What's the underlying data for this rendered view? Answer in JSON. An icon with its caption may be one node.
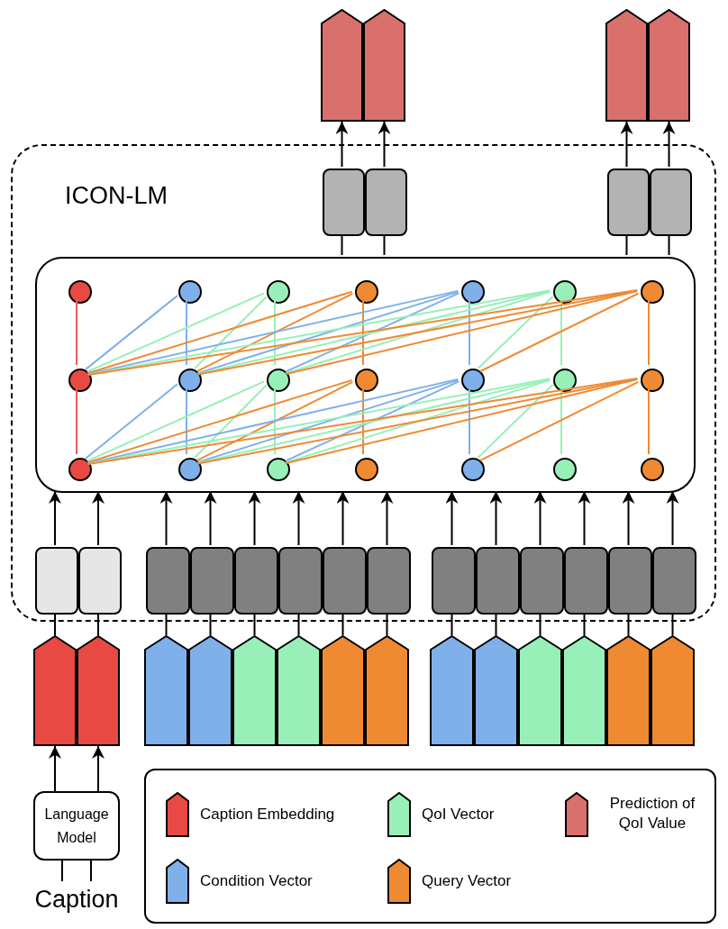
{
  "diagram": {
    "nodes": [
      {
        "text": [],
        "shape": "pentagon"
      },
      {
        "text": [],
        "shape": "pentagon"
      },
      {
        "text": [],
        "shape": "pentagon"
      },
      {
        "text": [],
        "shape": "pentagon"
      },
      {
        "text": [
          "ICON-LM"
        ]
      },
      {
        "text": [],
        "shape": "box",
        "in": 4
      },
      {
        "text": [],
        "shape": "box",
        "in": 4
      },
      {
        "text": [],
        "shape": "box",
        "in": 4
      },
      {
        "text": [],
        "shape": "box",
        "in": 4
      },
      {
        "text": [],
        "shape": "box",
        "in": 4
      },
      {
        "text": [],
        "shape": "circle",
        "in": 9
      },
      {
        "text": [],
        "shape": "circle",
        "in": 9
      },
      {
        "text": [],
        "shape": "circle",
        "in": 9
      },
      {
        "text": [],
        "shape": "circle",
        "in": 9
      },
      {
        "text": [],
        "shape": "circle",
        "in": 9
      },
      {
        "text": [],
        "shape": "circle",
        "in": 9
      },
      {
        "text": [],
        "shape": "circle",
        "in": 9
      },
      {
        "text": [],
        "shape": "circle",
        "in": 9
      },
      {
        "text": [],
        "shape": "circle",
        "in": 9
      },
      {
        "text": [],
        "shape": "circle",
        "in": 9
      },
      {
        "text": [],
        "shape": "circle",
        "in": 9
      },
      {
        "text": [],
        "shape": "circle",
        "in": 9
      },
      {
        "text": [],
        "shape": "circle",
        "in": 9
      },
      {
        "text": [],
        "shape": "circle",
        "in": 9
      },
      {
        "text": [],
        "shape": "circle",
        "in": 9
      },
      {
        "text": [],
        "shape": "circle",
        "in": 9
      },
      {
        "text": [],
        "shape": "circle",
        "in": 9
      },
      {
        "text": [],
        "shape": "circle",
        "in": 9
      },
      {
        "text": [],
        "shape": "circle",
        "in": 9
      },
      {
        "text": [],
        "shape": "circle",
        "in": 9
      },
      {
        "text": [],
        "shape": "circle",
        "in": 9
      },
      {
        "text": [],
        "shape": "box",
        "in": 4
      },
      {
        "text": [],
        "shape": "box",
        "in": 4
      },
      {
        "text": [],
        "shape": "box",
        "in": 4
      },
      {
        "text": [],
        "shape": "box",
        "in": 4
      },
      {
        "text": [],
        "shape": "box",
        "in": 4
      },
      {
        "text": [],
        "shape": "box",
        "in": 4
      },
      {
        "text": [],
        "shape": "box",
        "in": 4
      },
      {
        "text": [],
        "shape": "box",
        "in": 4
      },
      {
        "text": [],
        "shape": "box",
        "in": 4
      },
      {
        "text": [],
        "shape": "box",
        "in": 4
      },
      {
        "text": [],
        "shape": "box",
        "in": 4
      },
      {
        "text": [],
        "shape": "box",
        "in": 4
      },
      {
        "text": [],
        "shape": "box",
        "in": 4
      },
      {
        "text": [],
        "shape": "box",
        "in": 4
      },
      {
        "text": [],
        "shape": "pentagon"
      },
      {
        "text": [],
        "shape": "pentagon"
      },
      {
        "text": [],
        "shape": "pentagon"
      },
      {
        "text": [],
        "shape": "pentagon"
      },
      {
        "text": [],
        "shape": "pentagon"
      },
      {
        "text": [],
        "shape": "pentagon"
      },
      {
        "text": [],
        "shape": "pentagon"
      },
      {
        "text": [],
        "shape": "pentagon"
      },
      {
        "text": [],
        "shape": "pentagon"
      },
      {
        "text": [],
        "shape": "pentagon"
      },
      {
        "text": [],
        "shape": "pentagon"
      },
      {
        "text": [],
        "shape": "pentagon"
      },
      {
        "text": [],
        "shape": "pentagon"
      },
      {
        "text": [],
        "shape": "pentagon"
      },
      {
        "text": [
          "Language Model"
        ]
      },
      {
        "text": [
          "Caption"
        ]
      }
    ],
    "edges": [
      {
        "from": 60,
        "to": 59,
        "arrow": "none"
      },
      {
        "from": 60,
        "to": 59,
        "arrow": "none"
      },
      {
        "from": 59,
        "to": 45,
        "arrow": "to"
      },
      {
        "from": 59,
        "to": 46,
        "arrow": "to"
      },
      {
        "from": 45,
        "to": 31,
        "arrow": "none"
      },
      {
        "from": 46,
        "to": 32,
        "arrow": "none"
      },
      {
        "from": 47,
        "to": 33,
        "arrow": "none"
      },
      {
        "from": 48,
        "to": 34,
        "arrow": "none"
      },
      {
        "from": 49,
        "to": 35,
        "arrow": "none"
      },
      {
        "from": 50,
        "to": 36,
        "arrow": "none"
      },
      {
        "from": 51,
        "to": 37,
        "arrow": "none"
      },
      {
        "from": 52,
        "to": 38,
        "arrow": "none"
      },
      {
        "from": 53,
        "to": 39,
        "arrow": "none"
      },
      {
        "from": 54,
        "to": 40,
        "arrow": "none"
      },
      {
        "from": 55,
        "to": 41,
        "arrow": "none"
      },
      {
        "from": 56,
        "to": 42,
        "arrow": "none"
      },
      {
        "from": 57,
        "to": 43,
        "arrow": "none"
      },
      {
        "from": 58,
        "to": 44,
        "arrow": "none"
      },
      {
        "from": 31,
        "to": 9,
        "arrow": "to"
      },
      {
        "from": 32,
        "to": 9,
        "arrow": "to"
      },
      {
        "from": 33,
        "to": 9,
        "arrow": "to"
      },
      {
        "from": 34,
        "to": 9,
        "arrow": "to"
      },
      {
        "from": 35,
        "to": 9,
        "arrow": "to"
      },
      {
        "from": 36,
        "to": 9,
        "arrow": "to"
      },
      {
        "from": 37,
        "to": 9,
        "arrow": "to"
      },
      {
        "from": 38,
        "to": 9,
        "arrow": "to"
      },
      {
        "from": 39,
        "to": 9,
        "arrow": "to"
      },
      {
        "from": 40,
        "to": 9,
        "arrow": "to"
      },
      {
        "from": 41,
        "to": 9,
        "arrow": "to"
      },
      {
        "from": 42,
        "to": 9,
        "arrow": "to"
      },
      {
        "from": 43,
        "to": 9,
        "arrow": "to"
      },
      {
        "from": 44,
        "to": 9,
        "arrow": "to"
      },
      {
        "from": 9,
        "to": 5,
        "arrow": "none"
      },
      {
        "from": 9,
        "to": 6,
        "arrow": "none"
      },
      {
        "from": 9,
        "to": 7,
        "arrow": "none"
      },
      {
        "from": 9,
        "to": 8,
        "arrow": "none"
      },
      {
        "from": 5,
        "to": 0,
        "arrow": "to"
      },
      {
        "from": 6,
        "to": 1,
        "arrow": "to"
      },
      {
        "from": 7,
        "to": 2,
        "arrow": "to"
      },
      {
        "from": 8,
        "to": 3,
        "arrow": "to"
      },
      {
        "from": 17,
        "to": 10,
        "arrow": "none",
        "color": "#ee5d57"
      },
      {
        "from": 17,
        "to": 11,
        "arrow": "none",
        "color": "#7fb0ea"
      },
      {
        "from": 18,
        "to": 11,
        "arrow": "none",
        "color": "#7fb0ea"
      },
      {
        "from": 17,
        "to": 12,
        "arrow": "none",
        "color": "#98f0b8"
      },
      {
        "from": 18,
        "to": 12,
        "arrow": "none",
        "color": "#98f0b8"
      },
      {
        "from": 19,
        "to": 12,
        "arrow": "none",
        "color": "#98f0b8"
      },
      {
        "from": 17,
        "to": 13,
        "arrow": "none",
        "color": "#ef8a33"
      },
      {
        "from": 18,
        "to": 13,
        "arrow": "none",
        "color": "#ef8a33"
      },
      {
        "from": 20,
        "to": 13,
        "arrow": "none",
        "color": "#ef8a33"
      },
      {
        "from": 17,
        "to": 14,
        "arrow": "none",
        "color": "#7fb0ea"
      },
      {
        "from": 18,
        "to": 14,
        "arrow": "none",
        "color": "#7fb0ea"
      },
      {
        "from": 19,
        "to": 14,
        "arrow": "none",
        "color": "#7fb0ea"
      },
      {
        "from": 21,
        "to": 14,
        "arrow": "none",
        "color": "#7fb0ea"
      },
      {
        "from": 17,
        "to": 15,
        "arrow": "none",
        "color": "#98f0b8"
      },
      {
        "from": 18,
        "to": 15,
        "arrow": "none",
        "color": "#98f0b8"
      },
      {
        "from": 19,
        "to": 15,
        "arrow": "none",
        "color": "#98f0b8"
      },
      {
        "from": 21,
        "to": 15,
        "arrow": "none",
        "color": "#98f0b8"
      },
      {
        "from": 22,
        "to": 15,
        "arrow": "none",
        "color": "#98f0b8"
      },
      {
        "from": 17,
        "to": 16,
        "arrow": "none",
        "color": "#ef8a33"
      },
      {
        "from": 18,
        "to": 16,
        "arrow": "none",
        "color": "#ef8a33"
      },
      {
        "from": 19,
        "to": 16,
        "arrow": "none",
        "color": "#ef8a33"
      },
      {
        "from": 21,
        "to": 16,
        "arrow": "none",
        "color": "#ef8a33"
      },
      {
        "from": 23,
        "to": 16,
        "arrow": "none",
        "color": "#ef8a33"
      },
      {
        "from": 24,
        "to": 17,
        "arrow": "none",
        "color": "#ee5d57"
      },
      {
        "from": 24,
        "to": 18,
        "arrow": "none",
        "color": "#7fb0ea"
      },
      {
        "from": 25,
        "to": 18,
        "arrow": "none",
        "color": "#7fb0ea"
      },
      {
        "from": 24,
        "to": 19,
        "arrow": "none",
        "color": "#98f0b8"
      },
      {
        "from": 25,
        "to": 19,
        "arrow": "none",
        "color": "#98f0b8"
      },
      {
        "from": 26,
        "to": 19,
        "arrow": "none",
        "color": "#98f0b8"
      },
      {
        "from": 24,
        "to": 20,
        "arrow": "none",
        "color": "#ef8a33"
      },
      {
        "from": 25,
        "to": 20,
        "arrow": "none",
        "color": "#ef8a33"
      },
      {
        "from": 27,
        "to": 20,
        "arrow": "none",
        "color": "#ef8a33"
      },
      {
        "from": 24,
        "to": 21,
        "arrow": "none",
        "color": "#7fb0ea"
      },
      {
        "from": 25,
        "to": 21,
        "arrow": "none",
        "color": "#7fb0ea"
      },
      {
        "from": 26,
        "to": 21,
        "arrow": "none",
        "color": "#7fb0ea"
      },
      {
        "from": 28,
        "to": 21,
        "arrow": "none",
        "color": "#7fb0ea"
      },
      {
        "from": 24,
        "to": 22,
        "arrow": "none",
        "color": "#98f0b8"
      },
      {
        "from": 25,
        "to": 22,
        "arrow": "none",
        "color": "#98f0b8"
      },
      {
        "from": 26,
        "to": 22,
        "arrow": "none",
        "color": "#98f0b8"
      },
      {
        "from": 28,
        "to": 22,
        "arrow": "none",
        "color": "#98f0b8"
      },
      {
        "from": 29,
        "to": 22,
        "arrow": "none",
        "color": "#98f0b8"
      },
      {
        "from": 24,
        "to": 23,
        "arrow": "none",
        "color": "#ef8a33"
      },
      {
        "from": 25,
        "to": 23,
        "arrow": "none",
        "color": "#ef8a33"
      },
      {
        "from": 26,
        "to": 23,
        "arrow": "none",
        "color": "#ef8a33"
      },
      {
        "from": 28,
        "to": 23,
        "arrow": "none",
        "color": "#ef8a33"
      },
      {
        "from": 30,
        "to": 23,
        "arrow": "none",
        "color": "#ef8a33"
      }
    ],
    "legend": [
      {
        "text": "Caption Embedding",
        "color": "#e84a43"
      },
      {
        "text": "QoI Vector",
        "color": "#98f0b8"
      },
      {
        "text": "Prediction of QoI Value",
        "color": "#d9706b"
      },
      {
        "text": "Condition Vector",
        "color": "#7fb0ea"
      },
      {
        "text": "Query Vector",
        "color": "#ef8a33"
      }
    ]
  }
}
